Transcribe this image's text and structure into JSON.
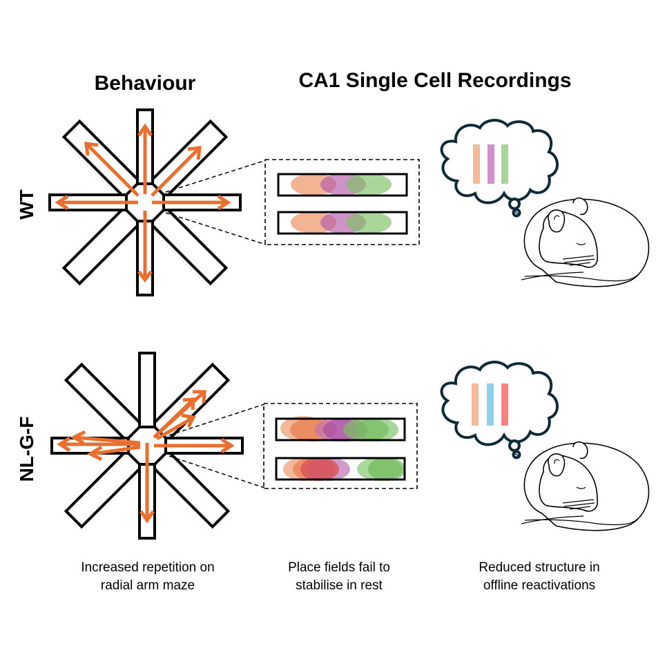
{
  "headers": {
    "behaviour": "Behaviour",
    "recordings": "CA1 Single Cell Recordings"
  },
  "rows": [
    {
      "label": "WT",
      "maze_arrows": [
        "up",
        "up-right",
        "right",
        "down",
        "left",
        "up-left"
      ],
      "place_fields": {
        "run": [
          {
            "color": "#f0a179",
            "position": "left"
          },
          {
            "color": "#c170b9",
            "position": "middle"
          },
          {
            "color": "#8fcb7a",
            "position": "right"
          }
        ],
        "rest": [
          {
            "color": "#f0a179",
            "position": "left"
          },
          {
            "color": "#c170b9",
            "position": "middle"
          },
          {
            "color": "#8fcb7a",
            "position": "right"
          }
        ]
      },
      "reactivation_bars": [
        "#f5b997",
        "#d08fca",
        "#a7d597"
      ]
    },
    {
      "label": "NL-G-F",
      "maze_arrows": [
        "left",
        "left",
        "left",
        "up-right",
        "up-right",
        "right",
        "down"
      ],
      "place_fields": {
        "run": [
          {
            "color": "#f0a179",
            "position": "left"
          },
          {
            "color": "#ea7d4f",
            "position": "left"
          },
          {
            "color": "#c170b9",
            "position": "middle"
          },
          {
            "color": "#b64fb0",
            "position": "middle"
          },
          {
            "color": "#8fcb7a",
            "position": "right"
          },
          {
            "color": "#6fbb5a",
            "position": "right"
          }
        ],
        "rest": [
          {
            "color": "#f0a179",
            "position": "left"
          },
          {
            "color": "#ea7d4f",
            "position": "left"
          },
          {
            "color": "#c170b9",
            "position": "left"
          },
          {
            "color": "#d9545a",
            "position": "left"
          },
          {
            "color": "#8fcb7a",
            "position": "right"
          },
          {
            "color": "#6fbb5a",
            "position": "right"
          }
        ]
      },
      "reactivation_bars": [
        "#f5b997",
        "#8ecfea",
        "#ff8080"
      ]
    }
  ],
  "captions": {
    "behaviour": [
      "Increased repetition on",
      "radial arm maze"
    ],
    "place_fields": [
      "Place fields fail to",
      "stabilise in rest"
    ],
    "reactivations": [
      "Reduced structure in",
      "offline reactivations"
    ]
  },
  "colors": {
    "arrow": "#ea6f2f",
    "cloud_outline": "#0e2a38"
  },
  "icons": {
    "maze": "radial-arm-maze-icon",
    "thought": "thought-bubble-icon",
    "mouse": "sleeping-mouse-icon"
  }
}
